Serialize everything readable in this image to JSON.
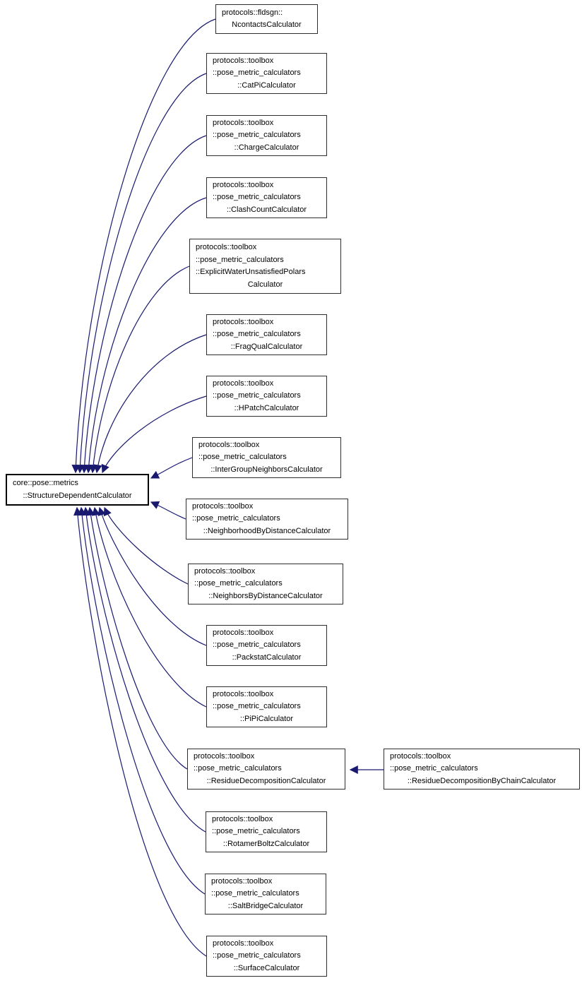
{
  "diagram": {
    "type": "class-inheritance-graph",
    "arrow_color": "#191970",
    "box_border_color": "#000000",
    "background_color": "#ffffff",
    "nodes": [
      {
        "id": "structure-dependent-calculator",
        "lines": [
          "core::pose::metrics",
          "::StructureDependentCalculator"
        ]
      },
      {
        "id": "ncontacts-calculator",
        "lines": [
          "protocols::fldsgn::",
          "NcontactsCalculator"
        ]
      },
      {
        "id": "catpi-calculator",
        "lines": [
          "protocols::toolbox",
          "::pose_metric_calculators",
          "::CatPiCalculator"
        ]
      },
      {
        "id": "charge-calculator",
        "lines": [
          "protocols::toolbox",
          "::pose_metric_calculators",
          "::ChargeCalculator"
        ]
      },
      {
        "id": "clash-count-calculator",
        "lines": [
          "protocols::toolbox",
          "::pose_metric_calculators",
          "::ClashCountCalculator"
        ]
      },
      {
        "id": "explicit-water-unsatisfied-polars-calculator",
        "lines": [
          "protocols::toolbox",
          "::pose_metric_calculators",
          "::ExplicitWaterUnsatisfiedPolars",
          "Calculator"
        ]
      },
      {
        "id": "frag-qual-calculator",
        "lines": [
          "protocols::toolbox",
          "::pose_metric_calculators",
          "::FragQualCalculator"
        ]
      },
      {
        "id": "hpatch-calculator",
        "lines": [
          "protocols::toolbox",
          "::pose_metric_calculators",
          "::HPatchCalculator"
        ]
      },
      {
        "id": "inter-group-neighbors-calculator",
        "lines": [
          "protocols::toolbox",
          "::pose_metric_calculators",
          "::InterGroupNeighborsCalculator"
        ]
      },
      {
        "id": "neighborhood-by-distance-calculator",
        "lines": [
          "protocols::toolbox",
          "::pose_metric_calculators",
          "::NeighborhoodByDistanceCalculator"
        ]
      },
      {
        "id": "neighbors-by-distance-calculator",
        "lines": [
          "protocols::toolbox",
          "::pose_metric_calculators",
          "::NeighborsByDistanceCalculator"
        ]
      },
      {
        "id": "packstat-calculator",
        "lines": [
          "protocols::toolbox",
          "::pose_metric_calculators",
          "::PackstatCalculator"
        ]
      },
      {
        "id": "pipi-calculator",
        "lines": [
          "protocols::toolbox",
          "::pose_metric_calculators",
          "::PiPiCalculator"
        ]
      },
      {
        "id": "residue-decomposition-calculator",
        "lines": [
          "protocols::toolbox",
          "::pose_metric_calculators",
          "::ResidueDecompositionCalculator"
        ]
      },
      {
        "id": "residue-decomposition-by-chain-calculator",
        "lines": [
          "protocols::toolbox",
          "::pose_metric_calculators",
          "::ResidueDecompositionByChainCalculator"
        ]
      },
      {
        "id": "rotamer-boltz-calculator",
        "lines": [
          "protocols::toolbox",
          "::pose_metric_calculators",
          "::RotamerBoltzCalculator"
        ]
      },
      {
        "id": "salt-bridge-calculator",
        "lines": [
          "protocols::toolbox",
          "::pose_metric_calculators",
          "::SaltBridgeCalculator"
        ]
      },
      {
        "id": "surface-calculator",
        "lines": [
          "protocols::toolbox",
          "::pose_metric_calculators",
          "::SurfaceCalculator"
        ]
      }
    ],
    "edges": [
      {
        "from": "ncontacts-calculator",
        "to": "structure-dependent-calculator"
      },
      {
        "from": "catpi-calculator",
        "to": "structure-dependent-calculator"
      },
      {
        "from": "charge-calculator",
        "to": "structure-dependent-calculator"
      },
      {
        "from": "clash-count-calculator",
        "to": "structure-dependent-calculator"
      },
      {
        "from": "explicit-water-unsatisfied-polars-calculator",
        "to": "structure-dependent-calculator"
      },
      {
        "from": "frag-qual-calculator",
        "to": "structure-dependent-calculator"
      },
      {
        "from": "hpatch-calculator",
        "to": "structure-dependent-calculator"
      },
      {
        "from": "inter-group-neighbors-calculator",
        "to": "structure-dependent-calculator"
      },
      {
        "from": "neighborhood-by-distance-calculator",
        "to": "structure-dependent-calculator"
      },
      {
        "from": "neighbors-by-distance-calculator",
        "to": "structure-dependent-calculator"
      },
      {
        "from": "packstat-calculator",
        "to": "structure-dependent-calculator"
      },
      {
        "from": "pipi-calculator",
        "to": "structure-dependent-calculator"
      },
      {
        "from": "residue-decomposition-calculator",
        "to": "structure-dependent-calculator"
      },
      {
        "from": "rotamer-boltz-calculator",
        "to": "structure-dependent-calculator"
      },
      {
        "from": "salt-bridge-calculator",
        "to": "structure-dependent-calculator"
      },
      {
        "from": "surface-calculator",
        "to": "structure-dependent-calculator"
      },
      {
        "from": "residue-decomposition-by-chain-calculator",
        "to": "residue-decomposition-calculator"
      }
    ]
  }
}
